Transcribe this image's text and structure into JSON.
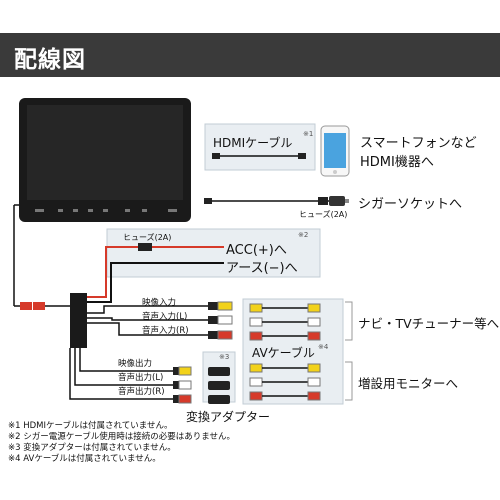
{
  "title": "配線図",
  "labels": {
    "hdmi_cable": "HDMIケーブル",
    "hdmi_cable_mark": "※1",
    "hdmi_device_line1": "スマートフォンなど",
    "hdmi_device_line2": "HDMI機器へ",
    "cigar": "シガーソケットへ",
    "fuse_2a_top": "ヒューズ(2A)",
    "fuse_2a_mid": "ヒューズ(2A)",
    "acc": "ACC(+)へ",
    "earth": "アース(−)へ",
    "power_mark": "※2",
    "video_in": "映像入力",
    "audio_in_l": "音声入力(L)",
    "audio_in_r": "音声入力(R)",
    "av_cable": "AVケーブル",
    "av_mark": "※4",
    "navi_tv": "ナビ・TVチューナー等へ",
    "monitor": "増設用モニターへ",
    "video_out": "映像出力",
    "audio_out_l": "音声出力(L)",
    "audio_out_r": "音声出力(R)",
    "adapter_mark": "※3",
    "adapter": "変換アダプター"
  },
  "notes": [
    "※1 HDMIケーブルは付属されていません。",
    "※2 シガー電源ケーブル使用時は接続の必要はありません。",
    "※3 変換アダプターは付属されていません。",
    "※4 AVケーブルは付属されていません。"
  ],
  "colors": {
    "title_bg": "#3a3a3a",
    "video": "#f2d21a",
    "audio_l": "#ffffff",
    "audio_r": "#d63a2a",
    "acc_wire": "#d63a2a",
    "earth_wire": "#111111",
    "box_bg": "#e9eef2"
  }
}
